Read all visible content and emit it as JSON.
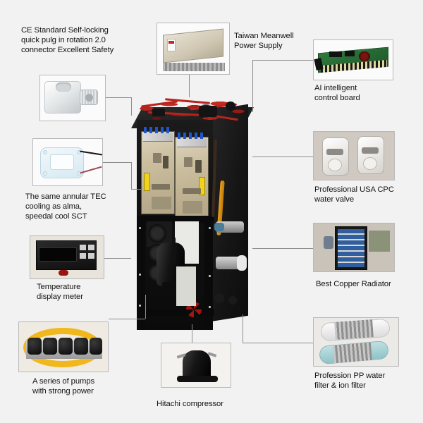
{
  "page": {
    "background_color": "#f2f2f2",
    "title": "Industrial water-cooled chiller component callout diagram",
    "accent_color": "#8e8e8e"
  },
  "center": {
    "name": "chiller-unit",
    "alt": "Black-framed water-cooled chiller cabinet with dual power supplies, red wiring harness, compressor and plumbing"
  },
  "callouts": [
    {
      "id": "connector",
      "label": "CE Standard Self-locking\nquick pulg in rotation 2.0\nconnector Excellent Safety",
      "thumb_alt": "White self-locking quick-plug rotation connector",
      "side": "left"
    },
    {
      "id": "power-supply",
      "label": "Taiwan Meanwell\nPower Supply",
      "thumb_alt": "Beige Meanwell switching power supply on ruler",
      "side": "top"
    },
    {
      "id": "control-board",
      "label": "AI intelligent\ncontrol board",
      "thumb_alt": "Green AI intelligent PCB control board with terminal strip",
      "side": "right"
    },
    {
      "id": "tec-cooling",
      "label": "The same annular TEC\ncooling as alma,\nspeedal cool SCT",
      "thumb_alt": "Light blue annular TEC cooling plate with red and black wires",
      "side": "left"
    },
    {
      "id": "water-valve",
      "label": "Professional USA CPC\nwater valve",
      "thumb_alt": "Pair of white CPC quick-disconnect water valves",
      "side": "right"
    },
    {
      "id": "temperature-meter",
      "label": "Temperature\ndisplay meter",
      "thumb_alt": "Black digital temperature display meter with keypad",
      "side": "left"
    },
    {
      "id": "radiator",
      "label": "Best Copper Radiator",
      "thumb_alt": "Blue finned copper radiator in black frame",
      "side": "right"
    },
    {
      "id": "pumps",
      "label": "A series of pumps\nwith strong power",
      "thumb_alt": "Five black pumps mounted on a rail with yellow coiled tubing",
      "side": "left"
    },
    {
      "id": "compressor",
      "label": "Hitachi compressor",
      "thumb_alt": "Black Hitachi rotary compressor",
      "side": "bottom"
    },
    {
      "id": "water-filter",
      "label": "Profession PP water\nfilter & ion filter",
      "thumb_alt": "Two inline PP water filter and ion filter cartridges",
      "side": "right"
    }
  ]
}
